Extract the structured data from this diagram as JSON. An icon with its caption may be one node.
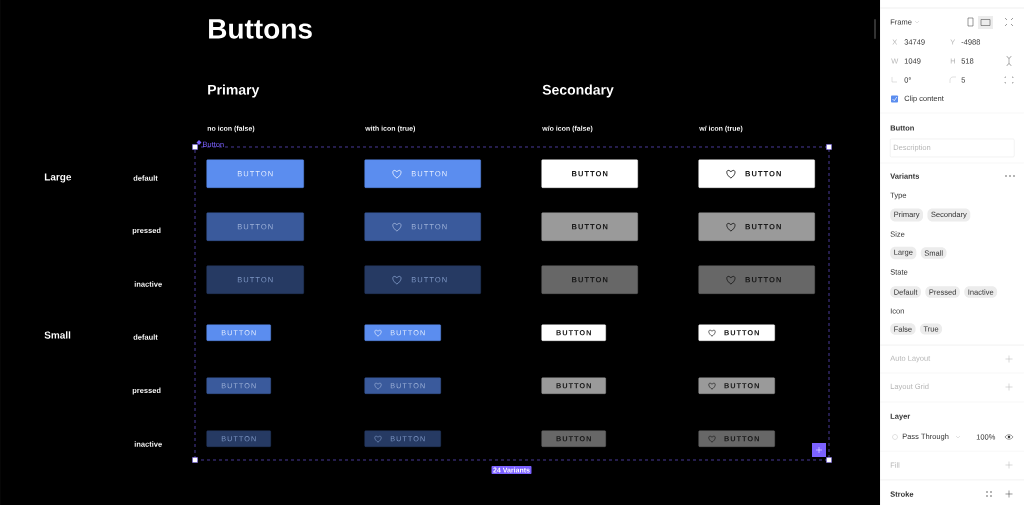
{
  "diagram": {
    "nodes": [
      {
        "text": [
          "Button"
        ]
      },
      {
        "text": [
          "BUTTON"
        ],
        "in": 0
      },
      {
        "text": [
          "BUTTON"
        ],
        "in": 0
      },
      {
        "text": [
          "BUTTON"
        ],
        "in": 0
      },
      {
        "text": [
          "BUTTON"
        ],
        "in": 0
      },
      {
        "text": [
          "BUTTON"
        ],
        "in": 0
      },
      {
        "text": [
          "BUTTON"
        ],
        "in": 0
      },
      {
        "text": [
          "BUTTON"
        ],
        "in": 0
      },
      {
        "text": [
          "BUTTON"
        ],
        "in": 0
      },
      {
        "text": [
          "BUTTON"
        ],
        "in": 0
      },
      {
        "text": [
          "BUTTON"
        ],
        "in": 0
      },
      {
        "text": [
          "BUTTON"
        ],
        "in": 0
      },
      {
        "text": [
          "BUTTON"
        ],
        "in": 0
      },
      {
        "text": [
          "BUTTON"
        ],
        "in": 0
      },
      {
        "text": [
          "BUTTON"
        ],
        "in": 0
      },
      {
        "text": [
          "BUTTON"
        ],
        "in": 0
      },
      {
        "text": [
          "BUTTON"
        ],
        "in": 0
      },
      {
        "text": [
          "BUTTON"
        ],
        "in": 0
      },
      {
        "text": [
          "BUTTON"
        ],
        "in": 0
      },
      {
        "text": [
          "BUTTON"
        ],
        "in": 0
      },
      {
        "text": [
          "BUTTON"
        ],
        "in": 0
      },
      {
        "text": [
          "BUTTON"
        ],
        "in": 0
      },
      {
        "text": [
          "BUTTON"
        ],
        "in": 0
      },
      {
        "text": [
          "BUTTON"
        ],
        "in": 0
      },
      {
        "text": [
          "BUTTON"
        ],
        "in": 0
      },
      {
        "text": [
          "24 Variants"
        ]
      },
      {
        "text": [
          "Description"
        ]
      },
      {
        "text": [
          "Primary"
        ]
      },
      {
        "text": [
          "Secondary"
        ]
      },
      {
        "text": [
          "Large"
        ]
      },
      {
        "text": [
          "Small"
        ]
      },
      {
        "text": [
          "Default"
        ]
      },
      {
        "text": [
          "Pressed"
        ]
      },
      {
        "text": [
          "Inactive"
        ]
      },
      {
        "text": [
          "False"
        ]
      },
      {
        "text": [
          "True"
        ]
      }
    ],
    "labels": [
      "Buttons",
      "Primary",
      "Secondary",
      "no icon (false)",
      "with icon (true)",
      "w/o icon (false)",
      "w/ icon (true)",
      "Large",
      "default",
      "pressed",
      "inactive",
      "Small",
      "default",
      "pressed",
      "inactive",
      "Frame",
      "X",
      "34749",
      "Y",
      "-4988",
      "W",
      "1049",
      "H",
      "518",
      "0°",
      "5",
      "Clip content",
      "Button",
      "Variants",
      "Type",
      "Size",
      "State",
      "Icon",
      "Auto Layout",
      "Layout Grid",
      "Layer",
      "Pass Through",
      "100%",
      "Fill",
      "Stroke"
    ]
  }
}
